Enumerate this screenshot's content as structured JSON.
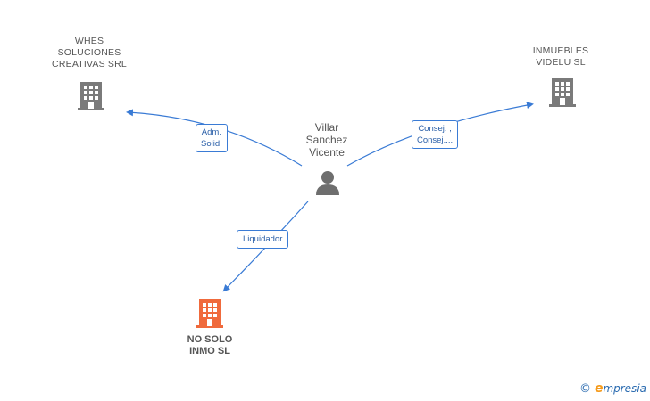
{
  "nodes": {
    "whes": {
      "label": "WHES\nSOLUCIONES\nCREATIVAS SRL"
    },
    "inmuebles": {
      "label": "INMUEBLES\nVIDELU SL"
    },
    "person": {
      "label": "Villar\nSanchez\nVicente"
    },
    "nosolo": {
      "label": "NO SOLO\nINMO  SL"
    }
  },
  "edges": {
    "to_whes": {
      "label_line1": "Adm.",
      "label_line2": "Solid."
    },
    "to_inmuebles": {
      "label_line1": "Consej. ,",
      "label_line2": "Consej...."
    },
    "to_nosolo": {
      "label": "Liquidador"
    }
  },
  "colors": {
    "edge": "#3a7bd5",
    "building_gray": "#7a7a7a",
    "building_highlight": "#f06a3c",
    "person_gray": "#6e6e6e"
  },
  "brand": {
    "copyright": "©",
    "e_letter": "e",
    "rest": "mpresia"
  },
  "icons": {
    "company": "building-icon",
    "person": "person-icon"
  }
}
